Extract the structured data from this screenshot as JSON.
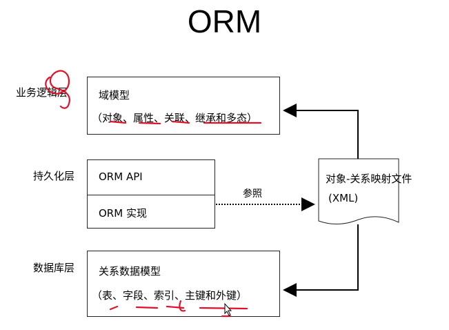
{
  "title": "ORM",
  "layers": {
    "business": "业务逻辑层",
    "persistence": "持久化层",
    "database": "数据库层"
  },
  "domain_box": {
    "title": "域模型",
    "detail": "（对象、属性、关联、继承和多态）"
  },
  "persistence_box": {
    "api": "ORM API",
    "impl": "ORM 实现"
  },
  "relational_box": {
    "title": "关系数据模型",
    "detail": "（表、字段、索引、主键和外键）"
  },
  "mapping_doc": {
    "line1": "对象-关系映射文件",
    "line2": "(XML)"
  },
  "edge_label": "参照",
  "colors": {
    "annotation": "#e0102a",
    "line": "#000000"
  }
}
